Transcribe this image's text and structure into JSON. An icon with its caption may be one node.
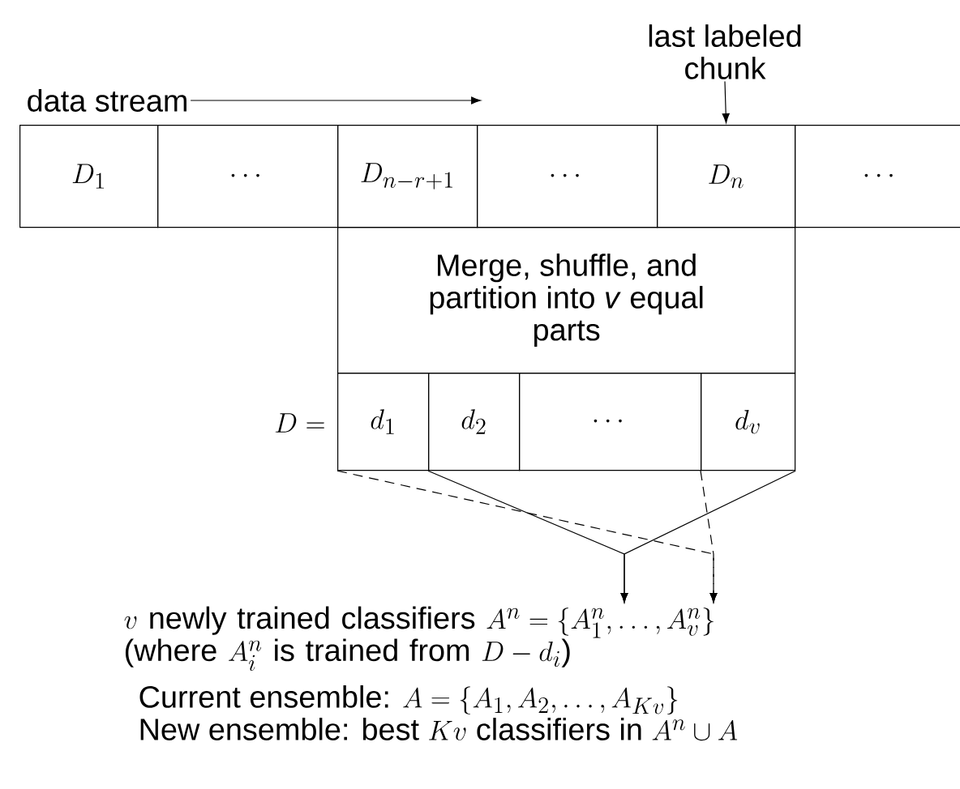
{
  "diagram": {
    "nodes": [
      {
        "text": [
          "D_1"
        ]
      },
      {
        "text": [
          "\\cdots"
        ]
      },
      {
        "text": [
          "D_{n-r+1}"
        ]
      },
      {
        "text": [
          "\\cdots"
        ]
      },
      {
        "text": [
          "D_n"
        ]
      },
      {
        "text": [
          "\\cdots"
        ]
      },
      {
        "text": [
          "Merge, shuffle, and partition into *v* equal parts"
        ]
      },
      {
        "text": [
          "d_1"
        ]
      },
      {
        "text": [
          "d_2"
        ]
      },
      {
        "text": [
          "\\cdots"
        ]
      },
      {
        "text": [
          "d_v"
        ]
      },
      {
        "text": [
          "last labeled chunk"
        ]
      },
      {
        "text": [
          "data stream"
        ]
      },
      {
        "text": [
          "v\\text{ newly trained classifiers }A^n=\\{A^n_1,\\ldots,A^n_v\\}",
          "\\text{(where }A^n_i\\text{ is trained from }D-d_i\\text{)}"
        ]
      }
    ],
    "edges": [
      {
        "from": 12,
        "to": null,
        "arrow": "to"
      },
      {
        "from": 11,
        "to": 4,
        "arrow": "to"
      },
      {
        "from": 8,
        "to": 13,
        "arrow": "to"
      },
      {
        "from": 10,
        "to": 13,
        "arrow": "to"
      },
      {
        "from": 7,
        "to": 13,
        "arrow": "to",
        "style": "dashed"
      },
      {
        "from": 10,
        "to": 13,
        "arrow": "to",
        "style": "dashed"
      }
    ],
    "labels": [
      "D=",
      "\\text{Current ensemble: }A=\\{A_1,A_2,\\ldots,A_{Kv}\\}",
      "\\text{New ensemble: best }Kv\\text{ classifiers in }A^n\\cup A"
    ]
  }
}
